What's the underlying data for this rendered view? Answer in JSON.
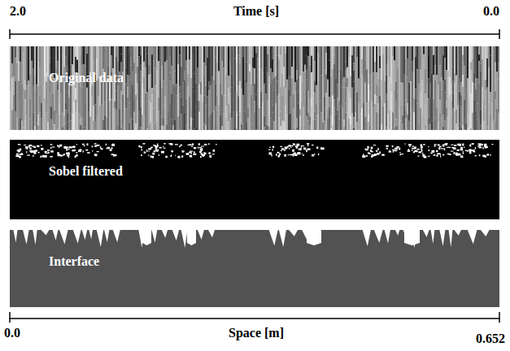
{
  "diagram": {
    "nodes": [
      {
        "text": [
          "Original data"
        ]
      },
      {
        "text": [
          "Sobel filtered"
        ]
      },
      {
        "text": [
          "Interface"
        ]
      }
    ],
    "labels": [
      "2.0",
      "Time [s]",
      "0.0",
      "0.0",
      "Space [m]",
      "0.652"
    ]
  }
}
